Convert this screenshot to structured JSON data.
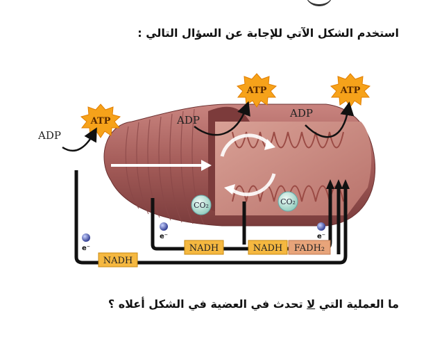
{
  "instruction": "استخدم الشكل الآتي للإجابة عن السؤال التالي :",
  "question": {
    "before": "ما العملية التي ",
    "underlined": "لا",
    "after": " تحدث في العضية في الشكل أعلاه ؟"
  },
  "diagram": {
    "atp_label": "ATP",
    "adp_label": "ADP",
    "co2_label": "CO₂",
    "electron_label": "e⁻",
    "nadh_label": "NADH",
    "fadh2_label": "FADH₂"
  },
  "colors": {
    "membrane": "#a8625e",
    "inner": "#c98a82",
    "starburst": "#f6a21a",
    "box": "#f5b840",
    "fadh_box": "#e8a47a",
    "co2": "#bfe6dc",
    "electron": "#3b4ea8"
  }
}
